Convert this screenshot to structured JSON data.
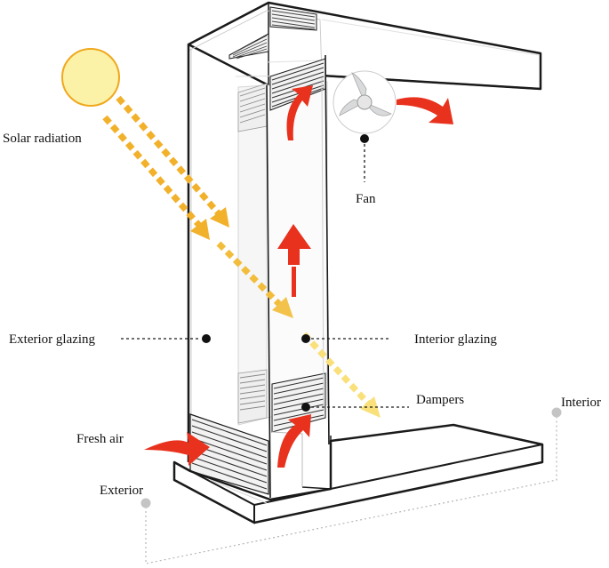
{
  "labels": {
    "solar_radiation": "Solar radiation",
    "fan": "Fan",
    "exterior_glazing": "Exterior glazing",
    "interior_glazing": "Interior glazing",
    "dampers": "Dampers",
    "interior": "Interior",
    "fresh_air": "Fresh air",
    "exterior": "Exterior"
  },
  "colors": {
    "sun_fill": "#fbf2a8",
    "sun_stroke": "#f0a81e",
    "solar_ray": "#f2b12a",
    "solar_ray_faded": "#f9e07a",
    "air_flow": "#e8321e",
    "fan_blade": "#d9dadc",
    "outline": "#1a1a1a",
    "leader_gray": "#b5b5b5"
  }
}
